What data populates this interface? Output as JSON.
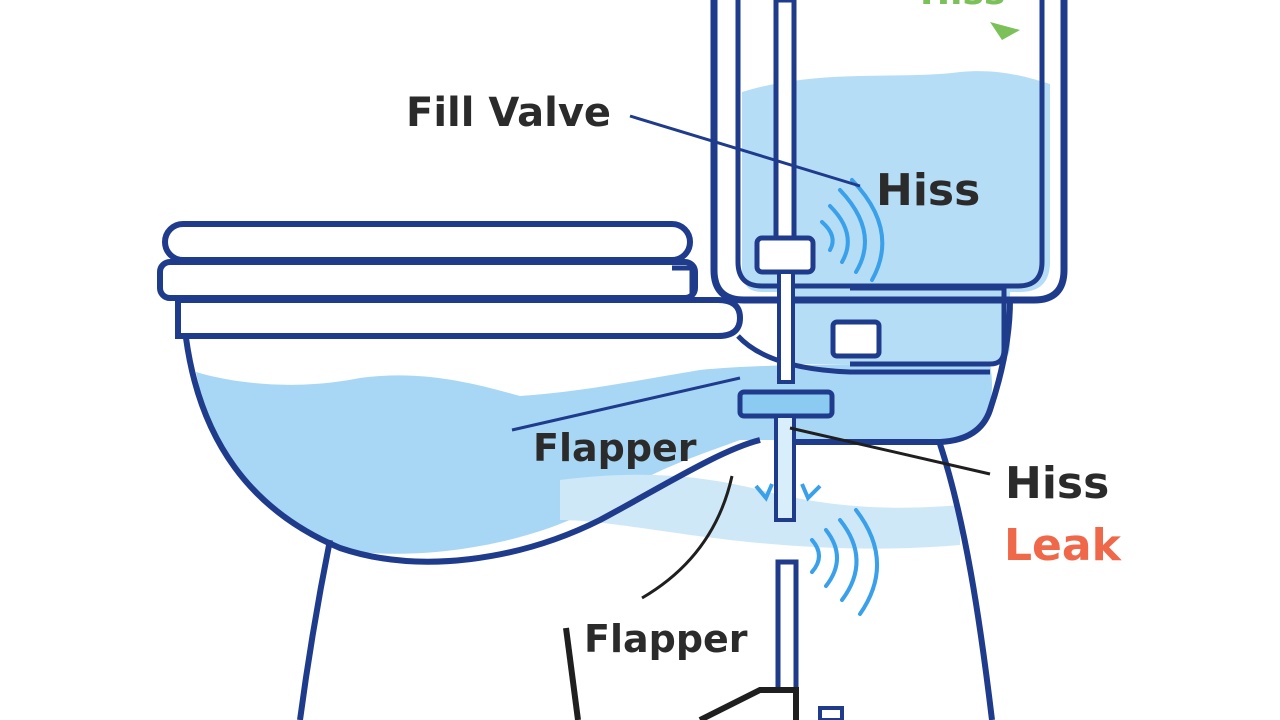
{
  "labels": {
    "top_hiss": "Hiss",
    "fill_valve": "Fill Valve",
    "tank_hiss": "Hiss",
    "flapper_bowl": "Flapper",
    "hiss_right": "Hiss",
    "leak": "Leak",
    "flapper_lower": "Flapper"
  },
  "colors": {
    "outline": "#1f3b8c",
    "water": "#a8d7f5",
    "water_dark": "#8ccbf1",
    "label_dark": "#2b2b2b",
    "label_leak": "#f0684a",
    "label_top_hiss": "#7cc05a",
    "sound_waves": "#3aa0ea"
  }
}
